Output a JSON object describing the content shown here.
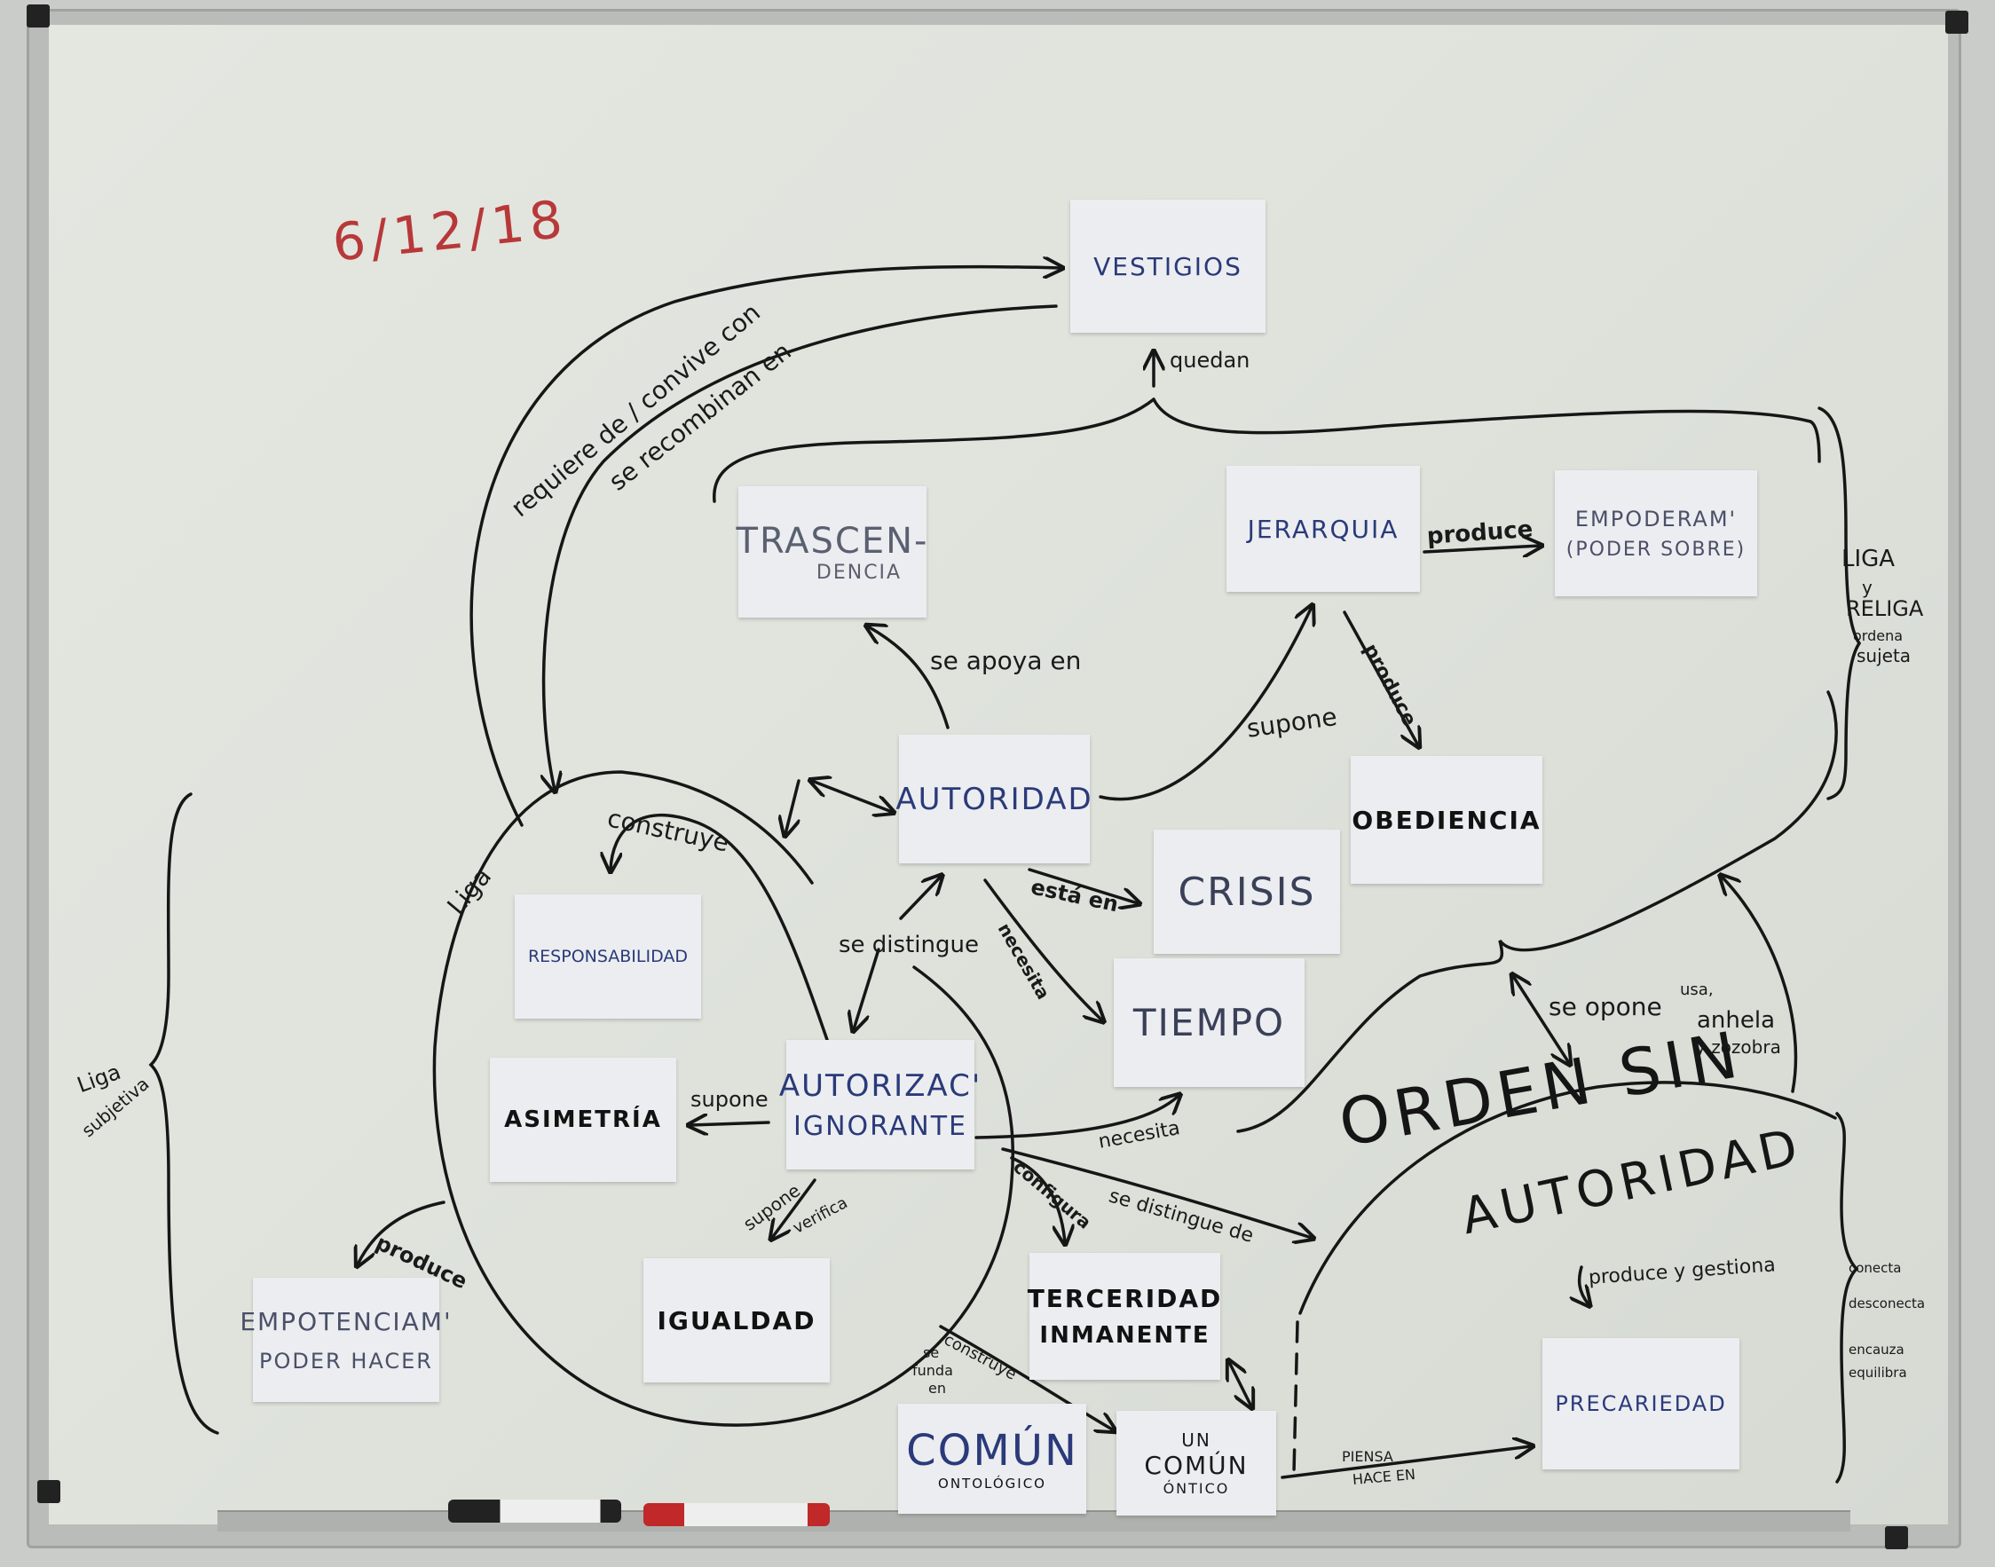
{
  "date": "6/12/18",
  "notes": {
    "vestigios": "VESTIGIOS",
    "trascendencia_1": "TRASCEN-",
    "trascendencia_2": "DENCIA",
    "jerarquia": "JERARQUIA",
    "empoderam_1": "EMPODERAM'",
    "empoderam_2": "(PODER SOBRE)",
    "autoridad": "AUTORIDAD",
    "obediencia": "OBEDIENCIA",
    "crisis": "CRISIS",
    "responsabilidad": "RESPONSABILIDAD",
    "tiempo": "TIEMPO",
    "asimetria": "ASIMETRÍA",
    "autorizac_1": "AUTORIZAC'",
    "autorizac_2": "IGNORANTE",
    "igualdad": "IGUALDAD",
    "terceridad_1": "TERCERIDAD",
    "terceridad_2": "INMANENTE",
    "empotenciam_1": "EMPOTENCIAM'",
    "empotenciam_2": "PODER HACER",
    "comun_1": "COMÚN",
    "comun_2": "ONTOLÓGICO",
    "uncomun_1": "UN",
    "uncomun_2": "COMÚN",
    "uncomun_3": "ÓNTICO",
    "precariedad": "PRECARIEDAD"
  },
  "headline": {
    "line1": "ORDEN SIN",
    "line2": "AUTORIDAD"
  },
  "labels": {
    "requiere": "requiere de / convive con",
    "recombinan": "se recombinan en",
    "quedan": "quedan",
    "produce_top": "produce",
    "produce_down": "produce",
    "liga_religa_1": "LIGA",
    "liga_religa_2": "y",
    "liga_religa_3": "RELIGA",
    "liga_religa_4": "ordena",
    "liga_religa_5": "sujeta",
    "apoya": "se apoya en",
    "supone_top": "supone",
    "construye": "construye",
    "liga": "Liga",
    "esta_en": "está en",
    "necesita": "necesita",
    "distingue": "se distingue",
    "supone_left": "supone",
    "necesita2": "necesita",
    "configura": "configura",
    "distingue_de": "se distingue de",
    "supone_verifica_1": "supone",
    "supone_verifica_2": "verifica",
    "produce_left": "produce",
    "liga_subjetiva_1": "Liga",
    "liga_subjetiva_2": "subjetiva",
    "se_opone": "se opone",
    "usa_1": "usa,",
    "usa_2": "anhela",
    "usa_3": "y zozobra",
    "produce_gestiona": "produce y gestiona",
    "conecta_1": "conecta",
    "conecta_2": "desconecta",
    "conecta_3": "encauza",
    "conecta_4": "equilibra",
    "construye2": "construye",
    "se_funda_1": "se",
    "se_funda_2": "funda",
    "se_funda_3": "en",
    "piensa_1": "PIENSA",
    "piensa_2": "HACE EN"
  },
  "colors": {
    "note_text": "#2a3a7a",
    "date": "#b8383a",
    "ink": "#151515",
    "marker_red": "#c0282a"
  }
}
